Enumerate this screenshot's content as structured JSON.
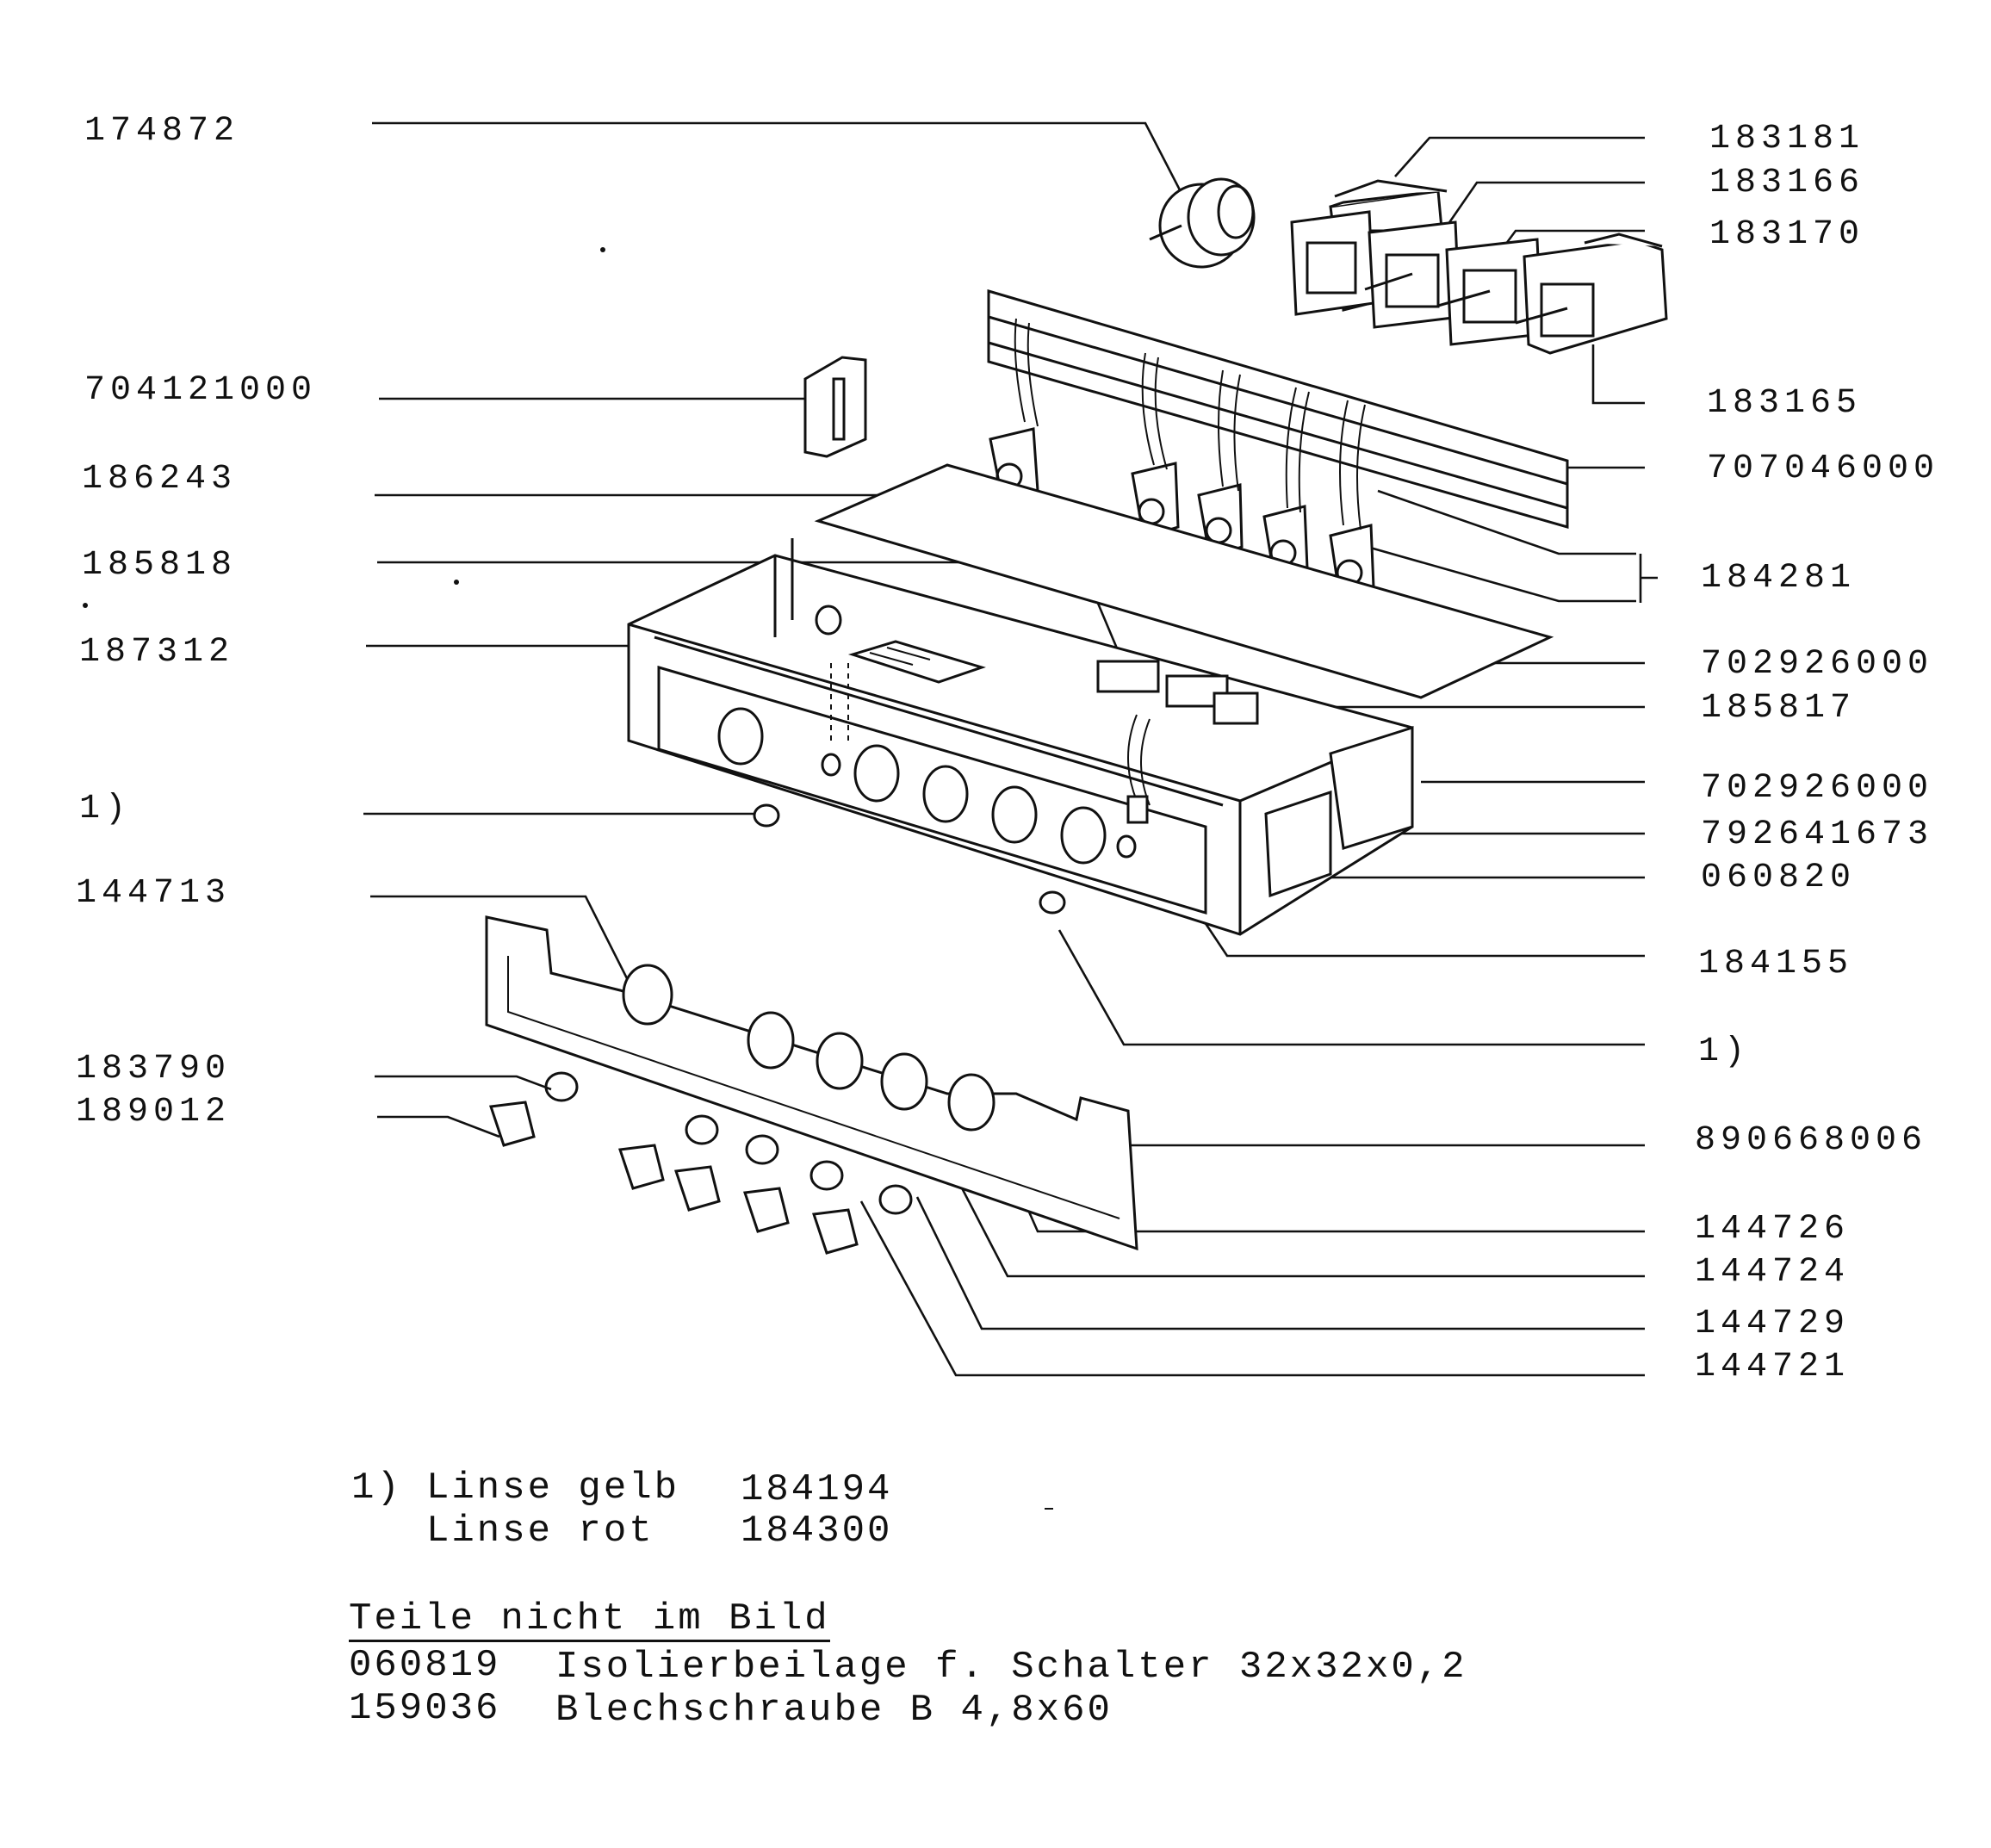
{
  "callouts_left": [
    {
      "id": "l1",
      "text": "174872"
    },
    {
      "id": "l2",
      "text": "704121000"
    },
    {
      "id": "l3",
      "text": "186243"
    },
    {
      "id": "l4",
      "text": "185818"
    },
    {
      "id": "l5",
      "text": "187312"
    },
    {
      "id": "l6",
      "text": "1)"
    },
    {
      "id": "l7",
      "text": "144713"
    },
    {
      "id": "l8",
      "text": "183790"
    },
    {
      "id": "l9",
      "text": "189012"
    }
  ],
  "callouts_right": [
    {
      "id": "r1",
      "text": "183181"
    },
    {
      "id": "r2",
      "text": "183166"
    },
    {
      "id": "r3",
      "text": "183170"
    },
    {
      "id": "r4",
      "text": "183165"
    },
    {
      "id": "r5",
      "text": "707046000"
    },
    {
      "id": "r6",
      "text": "184281"
    },
    {
      "id": "r7",
      "text": "702926000"
    },
    {
      "id": "r8",
      "text": "185817"
    },
    {
      "id": "r9",
      "text": "702926000"
    },
    {
      "id": "r10",
      "text": "792641673"
    },
    {
      "id": "r11",
      "text": "060820"
    },
    {
      "id": "r12",
      "text": "184155"
    },
    {
      "id": "r13",
      "text": "1)"
    },
    {
      "id": "r14",
      "text": "890668006"
    },
    {
      "id": "r15",
      "text": "144726"
    },
    {
      "id": "r16",
      "text": "144724"
    },
    {
      "id": "r17",
      "text": "144729"
    },
    {
      "id": "r18",
      "text": "144721"
    }
  ],
  "footnote": {
    "marker": "1)",
    "rows": [
      {
        "name": "Linse gelb",
        "number": "184194"
      },
      {
        "name": "Linse rot",
        "number": "184300"
      }
    ]
  },
  "not_shown": {
    "heading": "Teile nicht im Bild",
    "rows": [
      {
        "number": "060819",
        "description": "Isolierbeilage f. Schalter 32x32x0,2"
      },
      {
        "number": "159036",
        "description": "Blechschraube B 4,8x60"
      }
    ]
  }
}
